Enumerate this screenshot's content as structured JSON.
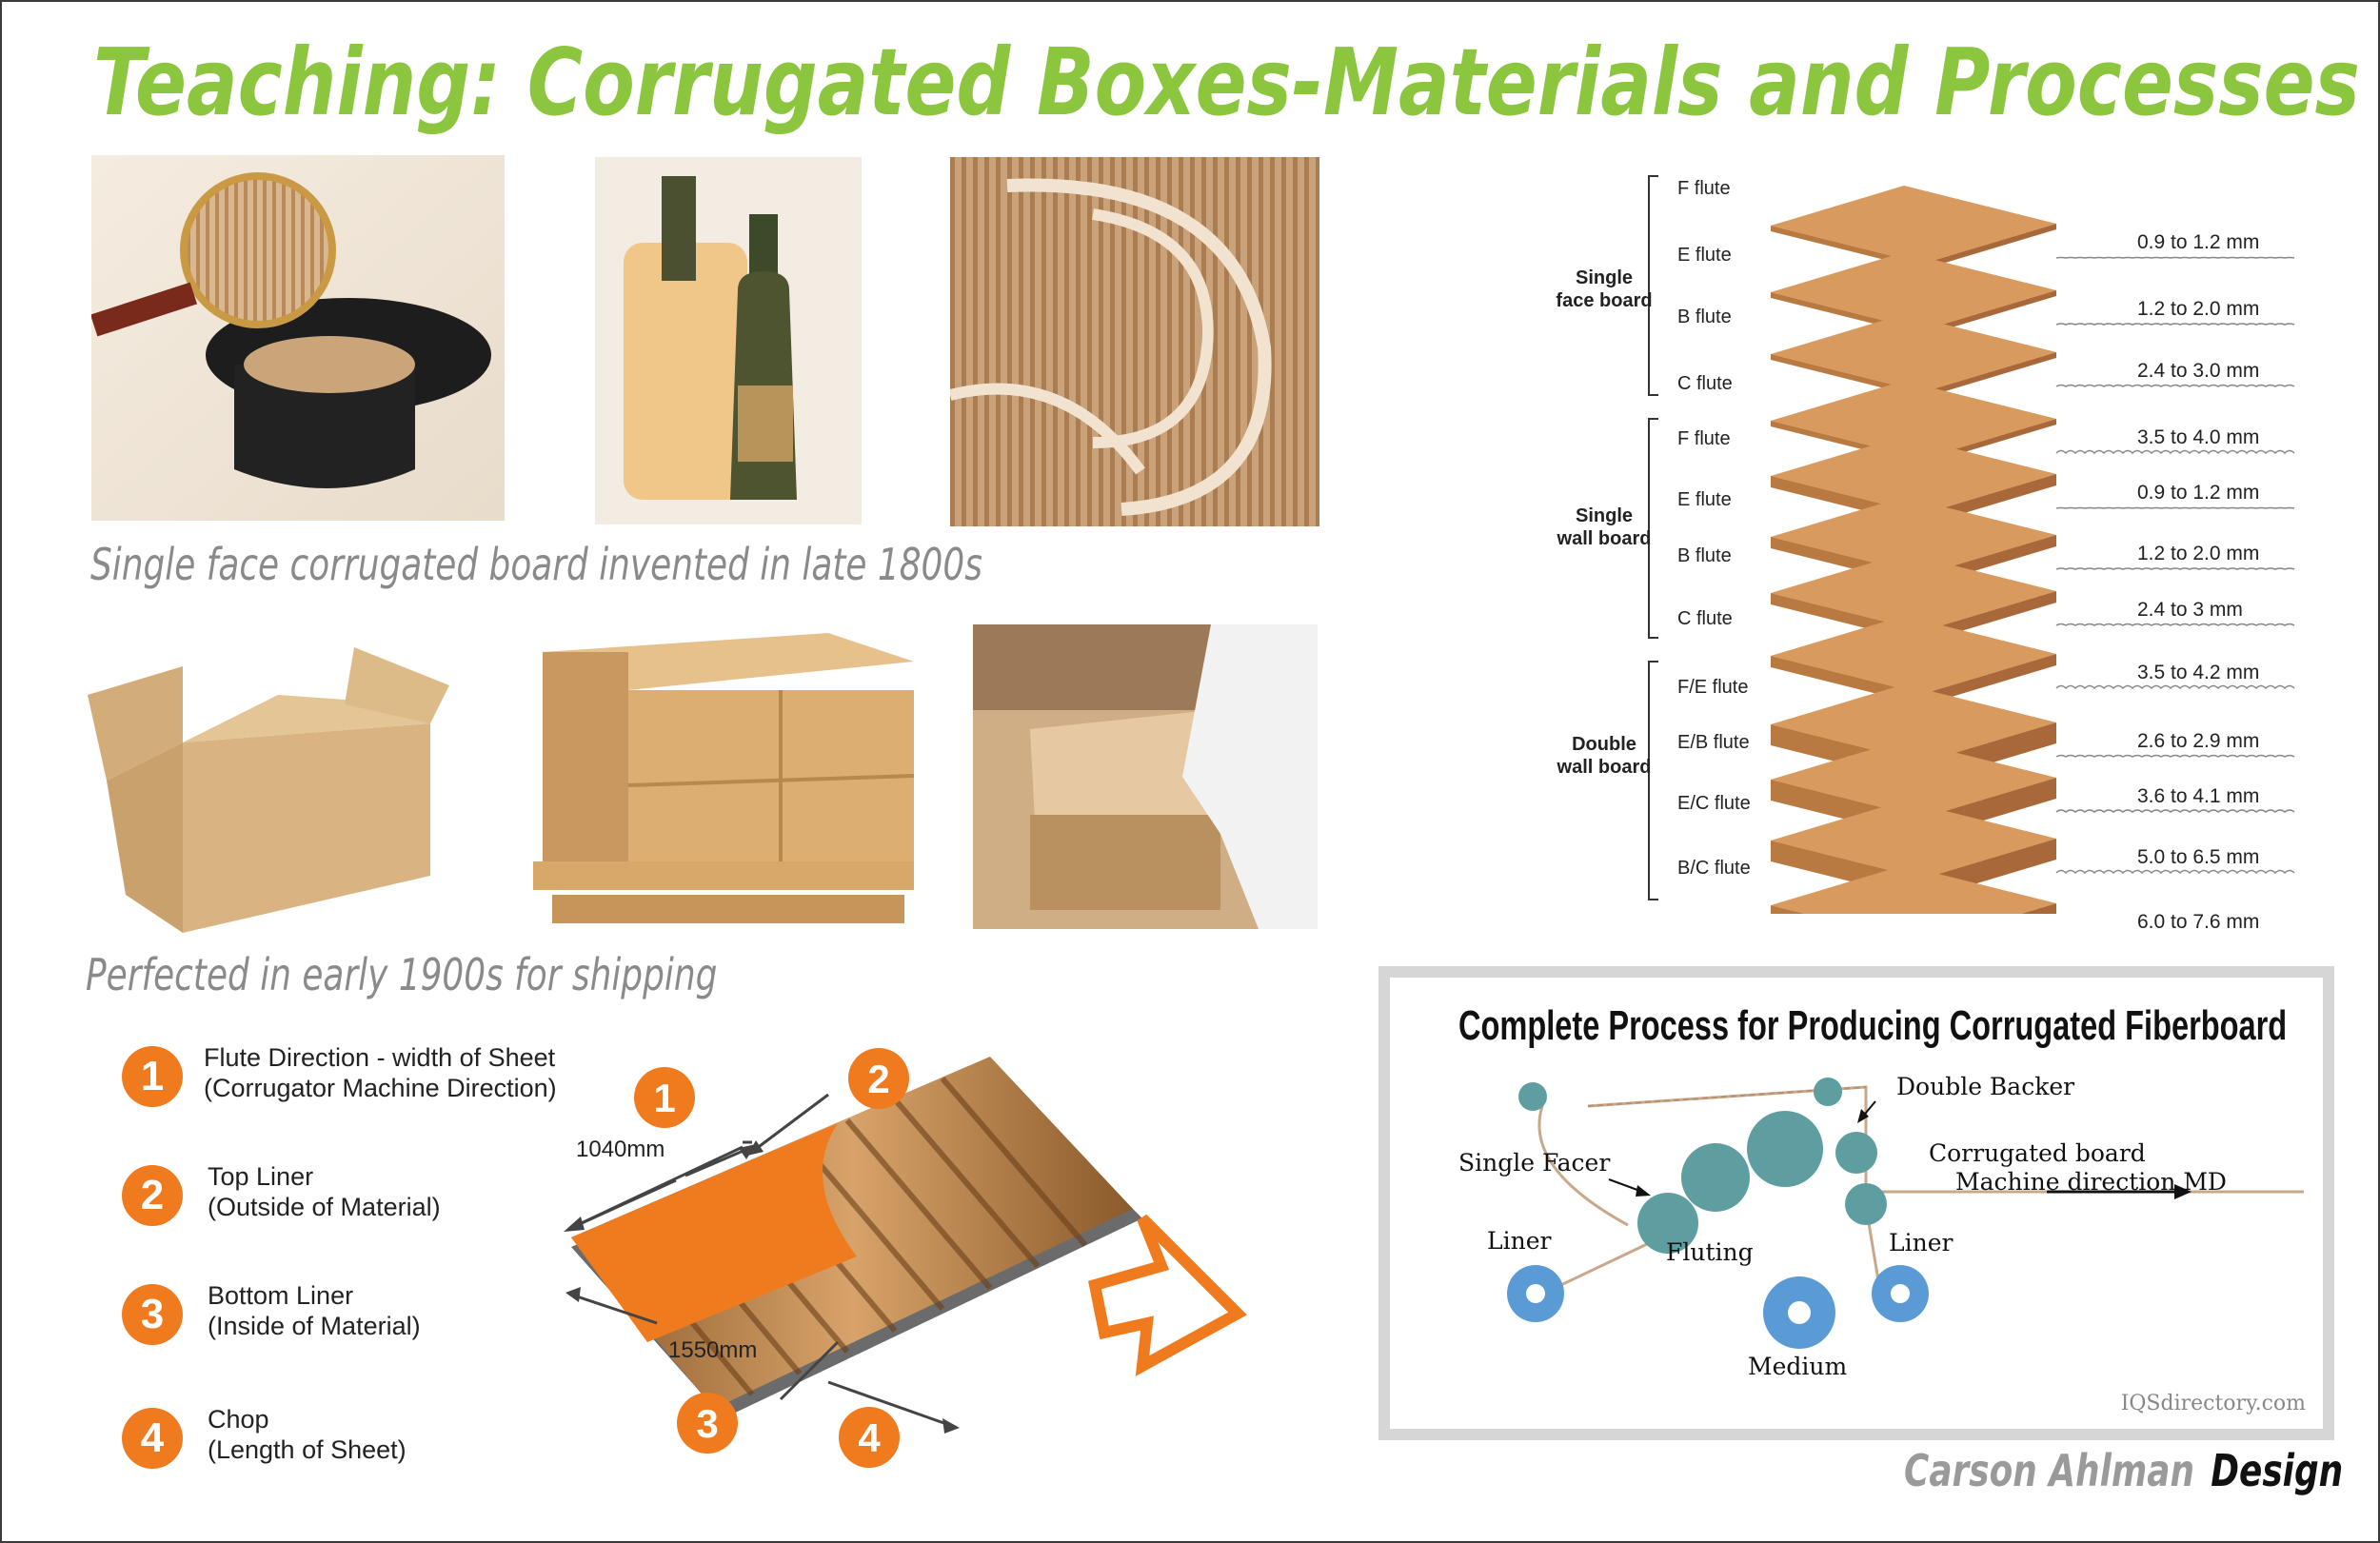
{
  "title": "Teaching: Corrugated Boxes-Materials and Processes",
  "captions": {
    "single_face": "Single face corrugated board invented in late 1800s",
    "perfected": "Perfected in early 1900s for shipping"
  },
  "flute_chart": {
    "groups": [
      {
        "label": "Single\nface board",
        "flutes": [
          {
            "name": "F flute",
            "range": "0.9 to 1.2 mm"
          },
          {
            "name": "E flute",
            "range": "1.2 to 2.0 mm"
          },
          {
            "name": "B flute",
            "range": "2.4 to 3.0 mm"
          },
          {
            "name": "C flute",
            "range": "3.5 to 4.0 mm"
          }
        ]
      },
      {
        "label": "Single\nwall board",
        "flutes": [
          {
            "name": "F flute",
            "range": "0.9 to 1.2 mm"
          },
          {
            "name": "E flute",
            "range": "1.2 to 2.0 mm"
          },
          {
            "name": "B flute",
            "range": "2.4 to 3 mm"
          },
          {
            "name": "C flute",
            "range": "3.5 to 4.2 mm"
          }
        ]
      },
      {
        "label": "Double\nwall board",
        "flutes": [
          {
            "name": "F/E flute",
            "range": "2.6 to 2.9 mm"
          },
          {
            "name": "E/B flute",
            "range": "3.6 to 4.1 mm"
          },
          {
            "name": "E/C flute",
            "range": "5.0 to 6.5 mm"
          },
          {
            "name": "B/C flute",
            "range": "6.0 to 7.6 mm"
          }
        ]
      }
    ]
  },
  "steps": [
    {
      "num": "1",
      "line1": "Flute Direction - width of Sheet",
      "line2": "(Corrugator Machine Direction)"
    },
    {
      "num": "2",
      "line1": "Top Liner",
      "line2": "(Outside of Material)"
    },
    {
      "num": "3",
      "line1": "Bottom Liner",
      "line2": "(Inside of Material)"
    },
    {
      "num": "4",
      "line1": "Chop",
      "line2": "(Length of Sheet)"
    }
  ],
  "board_diagram": {
    "width_label": "1040mm",
    "length_label": "1550mm",
    "markers": [
      "1",
      "2",
      "3",
      "4"
    ]
  },
  "process": {
    "title": "Complete Process for Producing  Corrugated Fiberboard",
    "labels": {
      "double_backer": "Double Backer",
      "corrugated_board": "Corrugated board",
      "machine_direction": "Machine direction MD",
      "single_facer": "Single Facer",
      "liner_left": "Liner",
      "fluting": "Fluting",
      "liner_right": "Liner",
      "medium": "Medium"
    },
    "source": "IQSdirectory.com"
  },
  "signature": {
    "name": "Carson Ahlman",
    "design": "Design"
  },
  "colors": {
    "title_green": "#8cc63f",
    "step_orange": "#f07a1e",
    "cardboard": "#c89a64",
    "process_teal": "#5e9ea0",
    "process_blue": "#5b9bd5"
  }
}
